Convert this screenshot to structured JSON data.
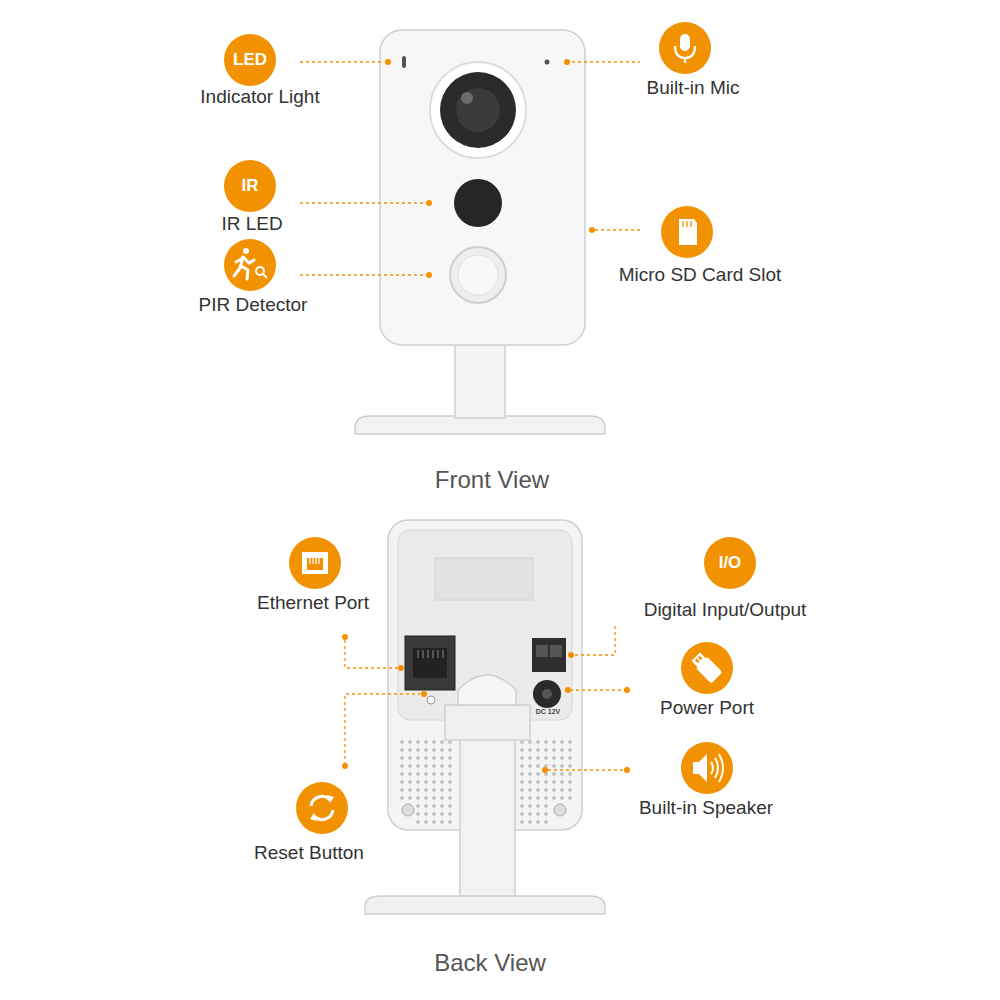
{
  "diagram": {
    "nodes": [
      {
        "text": [
          "LED"
        ]
      },
      {
        "text": [
          "IR"
        ]
      },
      {
        "text": [
          "I/O"
        ]
      }
    ],
    "labels": [
      "Indicator Light",
      "Built-in Mic",
      "IR LED",
      "Micro SD Card Slot",
      "PIR Detector",
      "Front View",
      "Ethernet Port",
      "Digital Input/Output",
      "Power Port",
      "Built-in Speaker",
      "Reset Button",
      "Back View",
      "DC 12V"
    ]
  }
}
